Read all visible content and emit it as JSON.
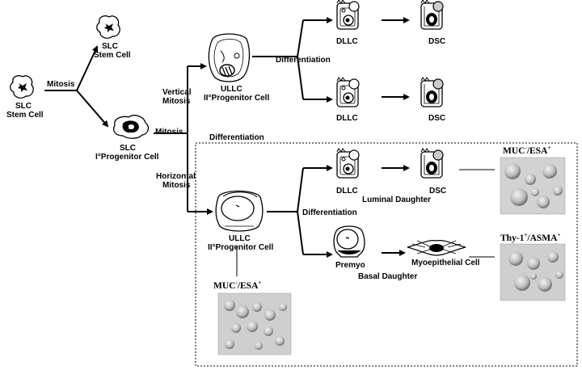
{
  "labels": {
    "slc_left_1": "SLC",
    "slc_left_2": "Stem Cell",
    "slc_top_1": "SLC",
    "slc_top_2": "Stem Cell",
    "mitosis_main": "Mitosis",
    "slc_prog_1": "SLC",
    "slc_prog_2": "I°Progenitor Cell",
    "mitosis_mid": "Mitosis",
    "vertical_1": "Vertical",
    "vertical_2": "Mitosis",
    "horizontal_1": "Horizontal",
    "horizontal_2": "Mitosis",
    "ullc_top_1": "ULLC",
    "ullc_top_2": "II°Progenitor Cell",
    "differentiation_top": "Differentiation",
    "dllc_1": "DLLC",
    "dsc_1": "DSC",
    "dllc_2": "DLLC",
    "dsc_2": "DSC",
    "differentiation_box": "Differentiation",
    "dllc_3": "DLLC",
    "dsc_3": "DSC",
    "luminal_daughter": "Luminal Daughter",
    "differentiation_mid": "Differentiation",
    "ullc_bot_1": "ULLC",
    "ullc_bot_2": "II°Progenitor Cell",
    "premyo": "Premyo",
    "myoepithelial": "Myoepithelial Cell",
    "basal_daughter": "Basal Daughter"
  },
  "markers": {
    "top_right": {
      "a": "MUC",
      "a_sup": "-",
      "b": "/ESA",
      "b_sup": "+"
    },
    "mid_right": {
      "a": "Thy-1",
      "a_sup": "+",
      "b": "/ASMA",
      "b_sup": "+"
    },
    "bottom_left": {
      "a": "MUC",
      "a_sup": "-",
      "b": "/ESA",
      "b_sup": "+"
    }
  },
  "icons": [
    "stem-cell-icon",
    "progenitor-cell-icon",
    "ullc-cell-icon",
    "dllc-cell-icon",
    "dsc-cell-icon",
    "premyo-cell-icon",
    "myoepithelial-cell-icon",
    "micrograph-image"
  ]
}
